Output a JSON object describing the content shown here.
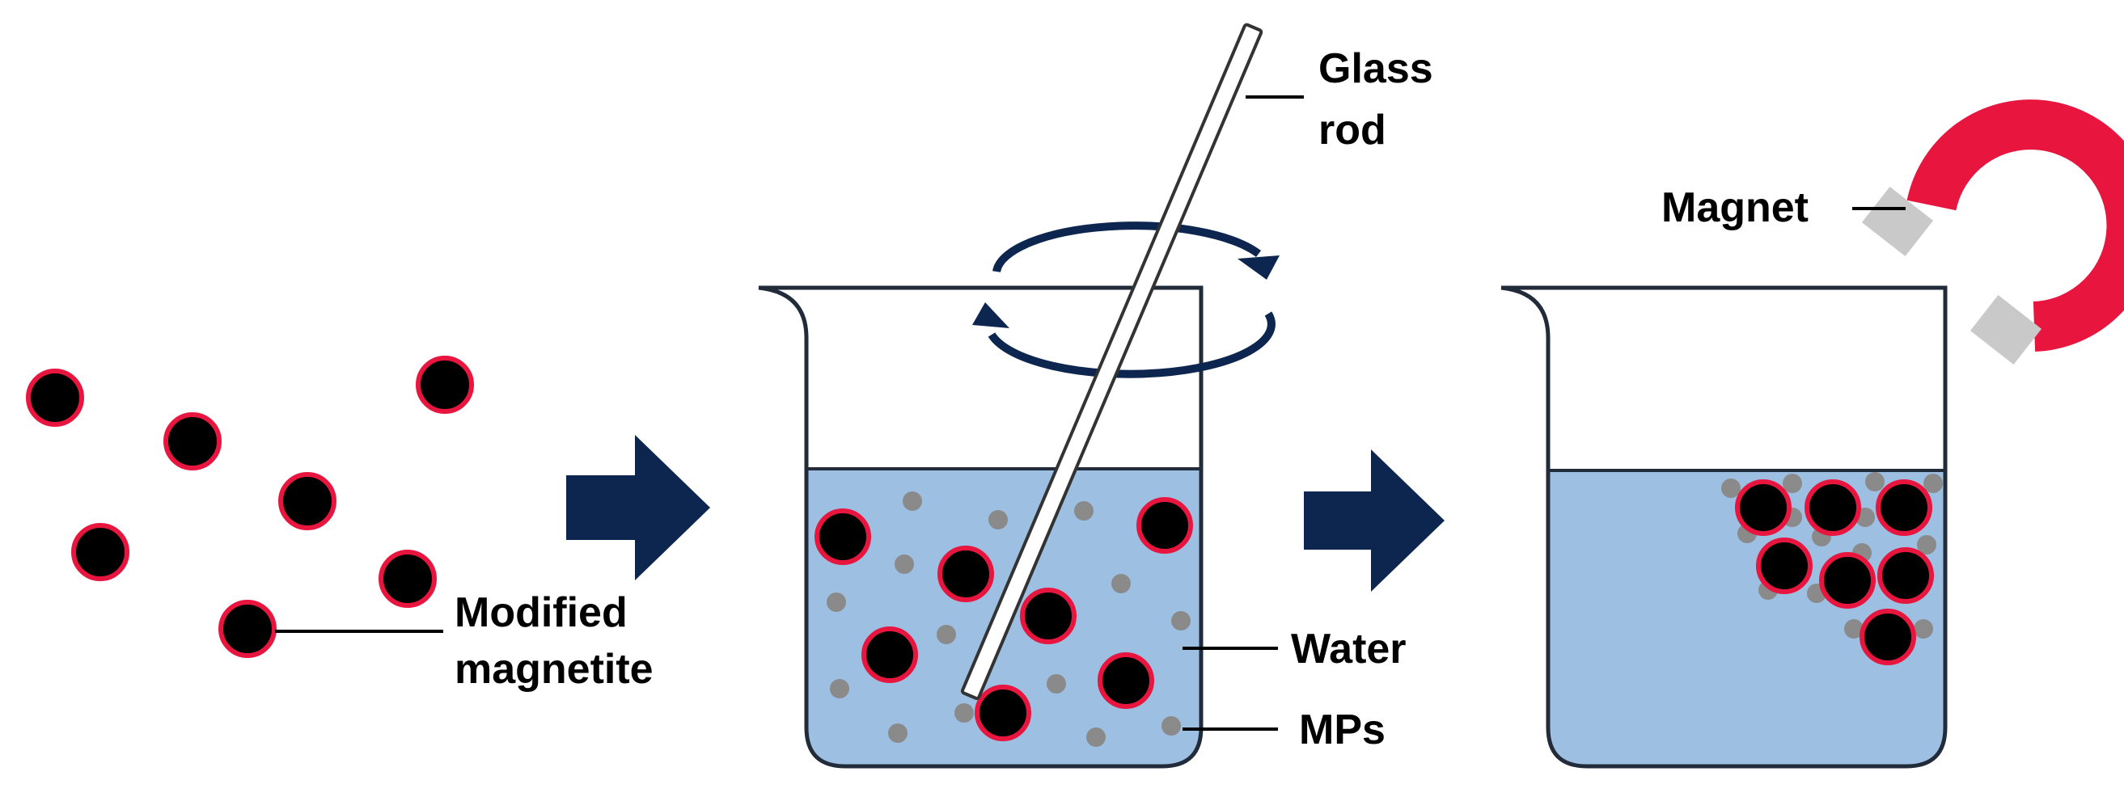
{
  "labels": {
    "modified_magnetite_line1": "Modified",
    "modified_magnetite_line2": "magnetite",
    "glass_rod_line1": "Glass",
    "glass_rod_line2": "rod",
    "water": "Water",
    "mps": "MPs",
    "magnet": "Magnet"
  },
  "colors": {
    "water": "#9dbfe1",
    "particle_fill": "#000000",
    "particle_ring": "#e8163f",
    "microplastic": "#8a8a8a",
    "arrow": "#0d2650",
    "magnet_body": "#e8163f",
    "magnet_pole": "#c9c9c9",
    "beaker_outline": "#222b3a",
    "rod_outline": "#333333"
  },
  "steps": [
    "free-particles",
    "stirring-with-glass-rod",
    "magnetic-separation"
  ]
}
